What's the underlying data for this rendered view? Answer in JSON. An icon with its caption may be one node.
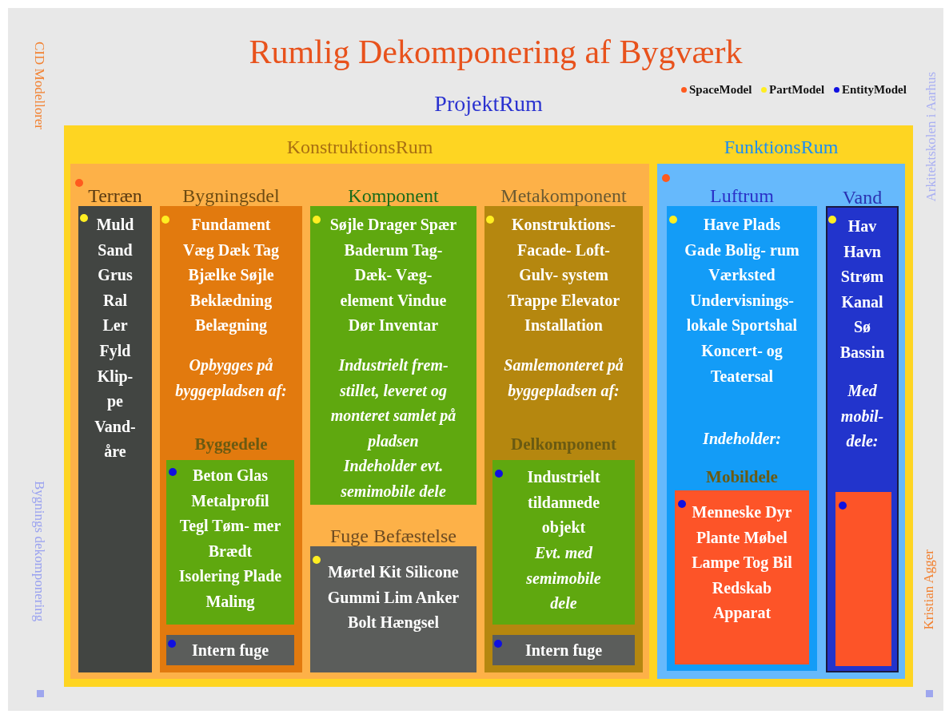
{
  "diagram": {
    "title": "Rumlig Dekomponering af Bygværk",
    "nodes": [
      {
        "text": [
          "ProjektRum"
        ]
      },
      {
        "text": [
          "KonstruktionsRum"
        ],
        "in": 0
      },
      {
        "text": [
          "Terræn",
          "Muld Sand Grus Ral Ler Fyld Klip- pe Vand- åre"
        ],
        "in": 1
      },
      {
        "text": [
          "Bygningsdel",
          "Fundament Væg Dæk Tag Bjælke Søjle Beklædning Belægning",
          "Opbygges på byggepladsen af:",
          "Byggedele"
        ],
        "in": 1
      },
      {
        "text": [
          "Beton Glas Metalprofil Tegl Tøm- mer Brædt Isolering Plade Maling"
        ],
        "in": 3
      },
      {
        "text": [
          "Intern fuge"
        ],
        "in": 3
      },
      {
        "text": [
          "Komponent",
          "Søjle Drager Spær Baderum Tag- Dæk- Væg- element Vindue Dør Inventar",
          "Industrielt frem- stillet, leveret og monteret samlet på pladsen",
          "Indeholder evt. semimobile dele"
        ],
        "in": 1
      },
      {
        "text": [
          "Fuge Befæstelse",
          "Mørtel Kit Silicone Gummi Lim Anker Bolt Hængsel"
        ],
        "in": 1
      },
      {
        "text": [
          "Metakomponent",
          "Konstruktions- Facade- Loft- Gulv- system Trappe Elevator Installation",
          "Samlemonteret på byggepladsen af:",
          "Delkomponent"
        ],
        "in": 1
      },
      {
        "text": [
          "Industrielt tildannede objekt",
          "Evt. med semimobile dele"
        ],
        "in": 8
      },
      {
        "text": [
          "Intern fuge"
        ],
        "in": 8
      },
      {
        "text": [
          "FunktionsRum"
        ],
        "in": 0
      },
      {
        "text": [
          "Luftrum",
          "Have Plads Gade Bolig- rum Værksted Undervisnings- lokale Sportshal Koncert- og Teatersal",
          "Indeholder:",
          "Mobildele"
        ],
        "in": 11
      },
      {
        "text": [
          "Menneske Dyr Plante Møbel Lampe Tog Bil Redskab Apparat"
        ],
        "in": 12
      },
      {
        "text": [
          "Vand",
          "Hav Havn Strøm Kanal Sø Bassin",
          "Med mobil- dele:"
        ],
        "in": 11
      },
      {
        "text": [],
        "shape": "box",
        "in": 14
      }
    ],
    "labels": [
      "CID Modellorer",
      "Arkitektskolen i Aarhus",
      "Bygnings dekomponering",
      "Kristian Agger"
    ],
    "legend": [
      {
        "text": "SpaceModel",
        "color": "#ff5a1e"
      },
      {
        "text": "PartModel",
        "color": "#ffee22"
      },
      {
        "text": "EntityModel",
        "color": "#1010e0"
      }
    ]
  }
}
